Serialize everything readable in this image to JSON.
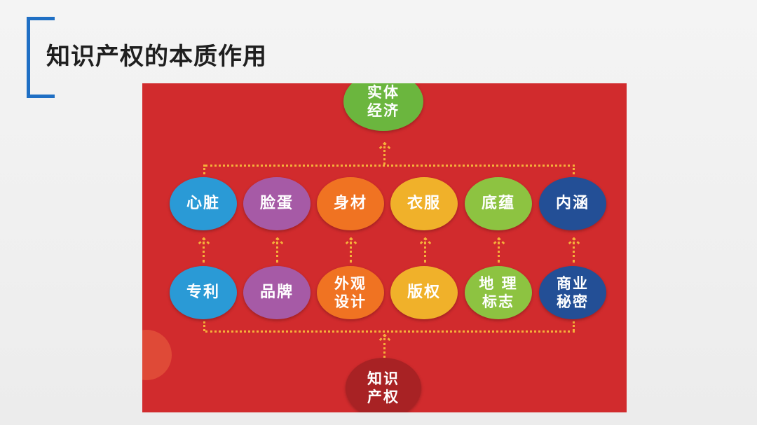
{
  "title": "知识产权的本质作用",
  "diagram": {
    "top": {
      "lines": [
        "实体",
        "经济"
      ],
      "color": "#6bb63e"
    },
    "middle": [
      {
        "lines": [
          "心脏"
        ],
        "color": "#2a9ad6"
      },
      {
        "lines": [
          "脸蛋"
        ],
        "color": "#a65aa6"
      },
      {
        "lines": [
          "身材"
        ],
        "color": "#f07322"
      },
      {
        "lines": [
          "衣服"
        ],
        "color": "#f0b12a"
      },
      {
        "lines": [
          "底蕴"
        ],
        "color": "#8dc341"
      },
      {
        "lines": [
          "内涵"
        ],
        "color": "#234f96"
      }
    ],
    "lower": [
      {
        "lines": [
          "专利"
        ],
        "color": "#2a9ad6"
      },
      {
        "lines": [
          "品牌"
        ],
        "color": "#a65aa6"
      },
      {
        "lines": [
          "外观",
          "设计"
        ],
        "color": "#f07322"
      },
      {
        "lines": [
          "版权"
        ],
        "color": "#f0b12a"
      },
      {
        "lines": [
          "地 理",
          "标志"
        ],
        "color": "#8dc341"
      },
      {
        "lines": [
          "商业",
          "秘密"
        ],
        "color": "#234f96"
      }
    ],
    "bottom": {
      "lines": [
        "知识",
        "产权"
      ],
      "color": "#a82224"
    }
  }
}
